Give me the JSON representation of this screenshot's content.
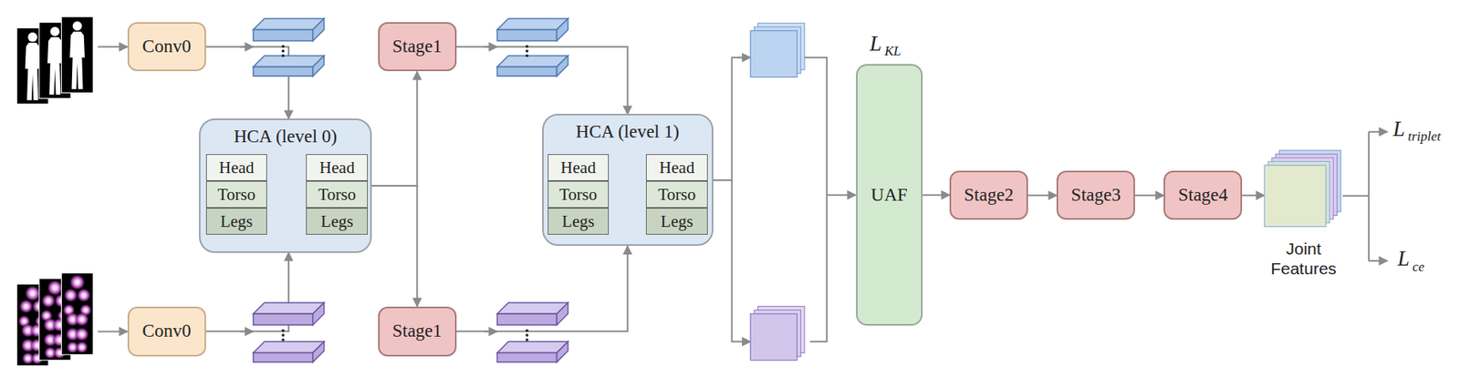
{
  "diagram": {
    "nodes": [
      {
        "text": [
          "Conv0"
        ]
      },
      {
        "text": [
          "Conv0"
        ]
      },
      {
        "text": [
          "HCA (level 0)"
        ]
      },
      {
        "text": [
          "Head"
        ],
        "in": 2
      },
      {
        "text": [
          "Head"
        ],
        "in": 2
      },
      {
        "text": [
          "Torso"
        ],
        "in": 2
      },
      {
        "text": [
          "Torso"
        ],
        "in": 2
      },
      {
        "text": [
          "Legs"
        ],
        "in": 2
      },
      {
        "text": [
          "Legs"
        ],
        "in": 2
      },
      {
        "text": [
          "Stage1"
        ]
      },
      {
        "text": [
          "Stage1"
        ]
      },
      {
        "text": [
          "HCA (level 1)"
        ]
      },
      {
        "text": [
          "Head"
        ],
        "in": 11
      },
      {
        "text": [
          "Head"
        ],
        "in": 11
      },
      {
        "text": [
          "Torso"
        ],
        "in": 11
      },
      {
        "text": [
          "Torso"
        ],
        "in": 11
      },
      {
        "text": [
          "Legs"
        ],
        "in": 11
      },
      {
        "text": [
          "Legs"
        ],
        "in": 11
      },
      {
        "text": [
          "UAF"
        ]
      },
      {
        "text": [
          "Stage2"
        ]
      },
      {
        "text": [
          "Stage3"
        ]
      },
      {
        "text": [
          "Stage4"
        ]
      },
      {
        "text": [
          "Joint Features"
        ]
      }
    ],
    "edges": [
      {
        "from": 0,
        "to": 2,
        "arrow": "to"
      },
      {
        "from": 1,
        "to": 2,
        "arrow": "to"
      },
      {
        "from": 2,
        "to": 9,
        "arrow": "to"
      },
      {
        "from": 2,
        "to": 10,
        "arrow": "to"
      },
      {
        "from": 9,
        "to": 11,
        "arrow": "to"
      },
      {
        "from": 10,
        "to": 11,
        "arrow": "to"
      },
      {
        "from": 11,
        "to": 18,
        "arrow": "to"
      },
      {
        "from": 18,
        "to": 19,
        "arrow": "to"
      },
      {
        "from": 19,
        "to": 20,
        "arrow": "to"
      },
      {
        "from": 20,
        "to": 21,
        "arrow": "to"
      },
      {
        "from": 21,
        "to": 22,
        "arrow": "to"
      },
      {
        "from": 3,
        "to": 4,
        "arrow": "both"
      },
      {
        "from": 5,
        "to": 6,
        "arrow": "both"
      },
      {
        "from": 7,
        "to": 8,
        "arrow": "both"
      },
      {
        "from": 12,
        "to": 13,
        "arrow": "both"
      },
      {
        "from": 14,
        "to": 15,
        "arrow": "both"
      },
      {
        "from": 16,
        "to": 17,
        "arrow": "both"
      }
    ],
    "labels": [
      "L",
      "KL",
      "L",
      "triplet",
      "L",
      "ce"
    ]
  }
}
